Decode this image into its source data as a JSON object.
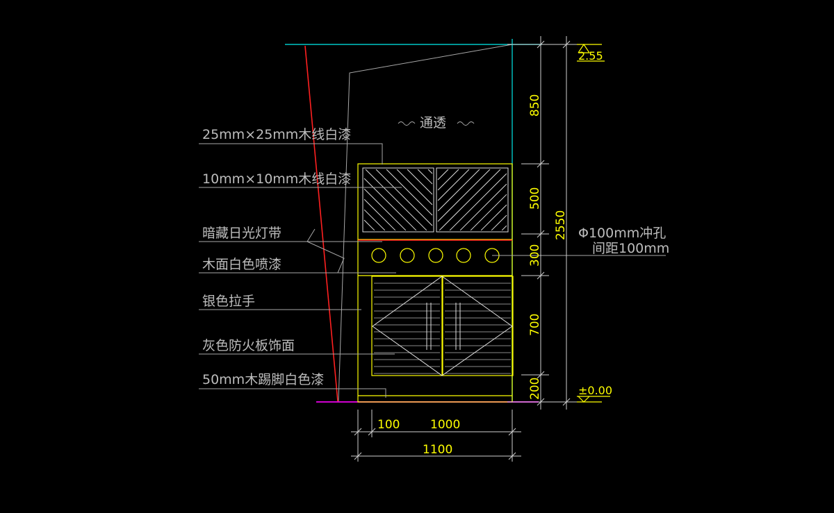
{
  "labels": {
    "wood_line_25": "25mm×25mm木线白漆",
    "wood_line_10": "10mm×10mm木线白漆",
    "hidden_light": "暗藏日光灯带",
    "wood_spray": "木面白色喷漆",
    "silver_handle": "银色拉手",
    "fireproof_board": "灰色防火板饰面",
    "skirting": "50mm木踢脚白色漆",
    "transparent": "通透",
    "hole_spec": "Φ100mm冲孔",
    "hole_spacing": "间距100mm"
  },
  "dimensions": {
    "d850": "850",
    "d500": "500",
    "d300": "300",
    "d700": "700",
    "d200": "200",
    "d2550": "2550",
    "d100": "100",
    "d1000": "1000",
    "d1100": "1100"
  },
  "levels": {
    "top": "2.55",
    "bottom": "±0.00"
  },
  "colors": {
    "background": "#000000",
    "annotation": "#bdbdbd",
    "dimension_text": "#ffff00",
    "cabinet": "#ffff00",
    "ceiling_line": "#00c8c8",
    "light_strip": "#ff2020",
    "floor_line": "#d000d0"
  }
}
